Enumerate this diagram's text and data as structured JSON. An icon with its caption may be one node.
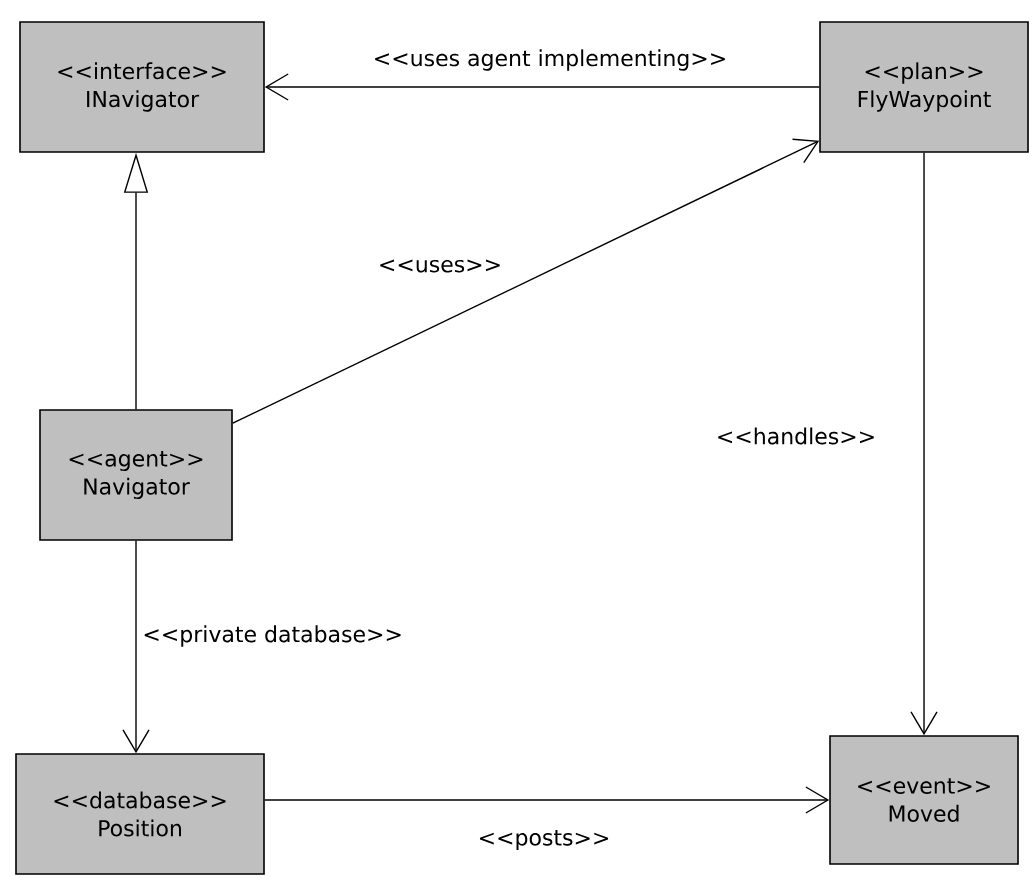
{
  "diagram": {
    "nodes": [
      {
        "text": [
          "<<interface>>",
          "INavigator"
        ]
      },
      {
        "text": [
          "<<plan>>",
          "FlyWaypoint"
        ]
      },
      {
        "text": [
          "<<agent>>",
          "Navigator"
        ]
      },
      {
        "text": [
          "<<database>>",
          "Position"
        ]
      },
      {
        "text": [
          "<<event>>",
          "Moved"
        ]
      }
    ],
    "edges": [
      {
        "from": 1,
        "to": 0,
        "arrow": "to",
        "label": "<<uses agent implementing>>"
      },
      {
        "from": 2,
        "to": 0,
        "arrow": "to"
      },
      {
        "from": 2,
        "to": 1,
        "arrow": "to",
        "label": "<<uses>>"
      },
      {
        "from": 1,
        "to": 4,
        "arrow": "to",
        "label": "<<handles>>"
      },
      {
        "from": 2,
        "to": 3,
        "arrow": "to",
        "label": "<<private database>>"
      },
      {
        "from": 3,
        "to": 4,
        "arrow": "to",
        "label": "<<posts>>"
      }
    ]
  }
}
